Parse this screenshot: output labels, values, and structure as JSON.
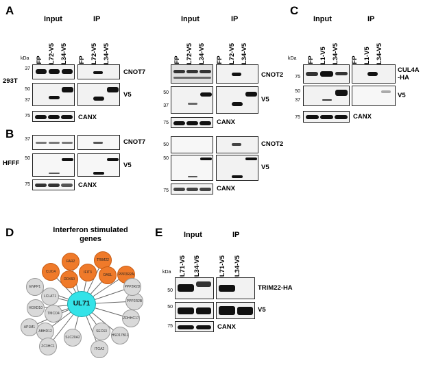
{
  "panels": {
    "A": "A",
    "B": "B",
    "C": "C",
    "D": "D",
    "E": "E"
  },
  "common": {
    "input": "Input",
    "ip": "IP",
    "kda": "kDa"
  },
  "cells": {
    "a": "293T",
    "b": "HFFF"
  },
  "ab_lanes": [
    "GFP",
    "UL72-V5",
    "UL34-V5"
  ],
  "c_lanes": [
    "GFP",
    "RL1-V5",
    "UL34-V5"
  ],
  "e_lanes": [
    "UL71-V5",
    "UL34-V5"
  ],
  "antibodies": {
    "cnot7": "CNOT7",
    "cnot2": "CNOT2",
    "v5": "V5",
    "canx": "CANX",
    "cul4a": "CUL4A -HA",
    "trim22": "TRIM22-HA"
  },
  "mw": {
    "m37": "37",
    "m50": "50",
    "m75": "75"
  },
  "network": {
    "title": "Interferon stimulated genes",
    "hub": "UL71",
    "orange_nodes": [
      "FAR2",
      "TRIM22",
      "CLIC4",
      "IFIT3",
      "DDX60",
      "OASL",
      "PPP2R2A"
    ],
    "gray_nodes": [
      "ENPP1",
      "LCLAT1",
      "HOXD10",
      "TMCO4",
      "AP1M1",
      "ABHD12",
      "ZC3HC1",
      "SLC20A2",
      "ITGA2",
      "SEC63",
      "HSD17B11",
      "ZDHHC17",
      "PPP2R2B",
      "PPP2R2D"
    ],
    "colors": {
      "hub": "#34e3e8",
      "isg": "#ef7a2a",
      "other": "#d9d9d9"
    }
  }
}
